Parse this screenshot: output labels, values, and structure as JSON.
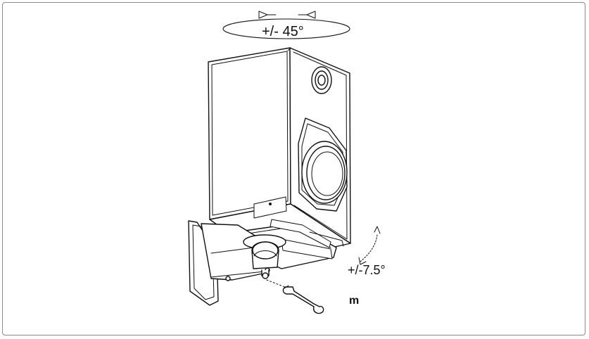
{
  "labels": {
    "rotation_horizontal": "+/- 45°",
    "rotation_vertical": "+/-7.5°",
    "tool_label": "m"
  }
}
